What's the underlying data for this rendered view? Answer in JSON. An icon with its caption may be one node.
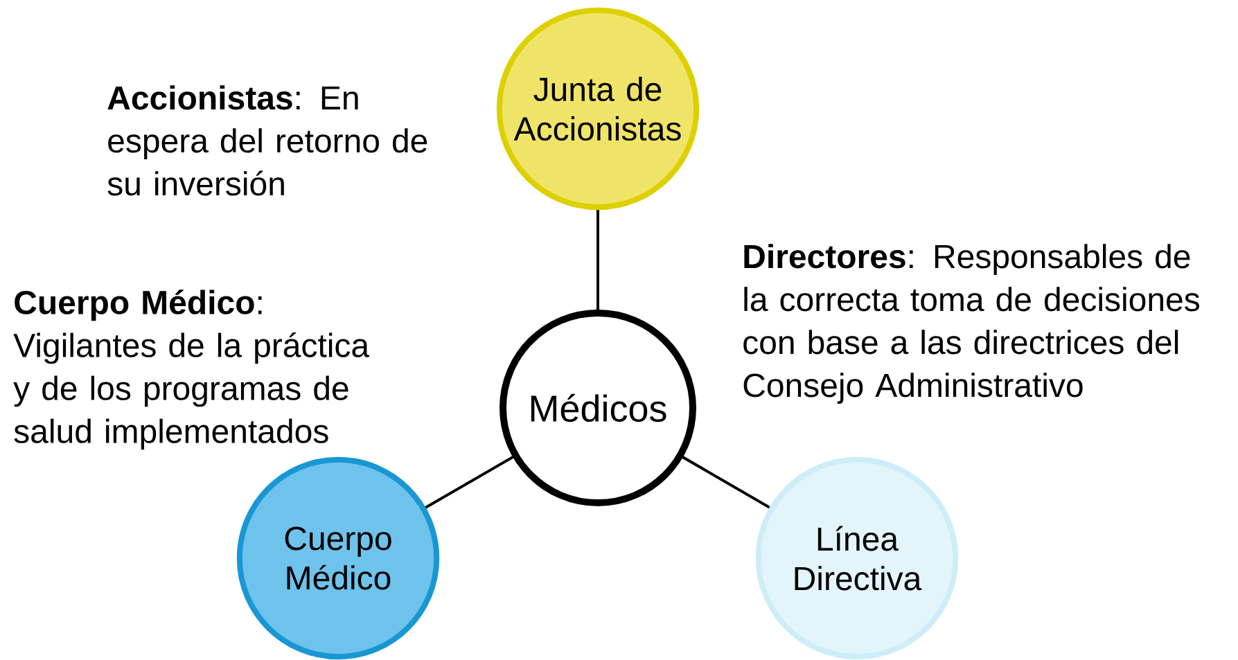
{
  "diagram": {
    "nodes": [
      {
        "text": [
          "Junta de Accionistas"
        ]
      },
      {
        "text": [
          "Médicos"
        ]
      },
      {
        "text": [
          "Cuerpo Médico"
        ]
      },
      {
        "text": [
          "Línea Directiva"
        ]
      }
    ],
    "edges": [
      {
        "from": 0,
        "to": 1,
        "arrow": "none"
      },
      {
        "from": 1,
        "to": 2,
        "arrow": "none"
      },
      {
        "from": 1,
        "to": 3,
        "arrow": "none"
      }
    ],
    "labels": [
      "**Accionistas**: En espera del retorno de su inversión",
      "**Directores**: Responsables de la correcta toma de decisiones con base a las directrices del Consejo Administrativo",
      "**Cuerpo Médico**: Vigilantes de la práctica y de los programas de salud implementados"
    ]
  }
}
